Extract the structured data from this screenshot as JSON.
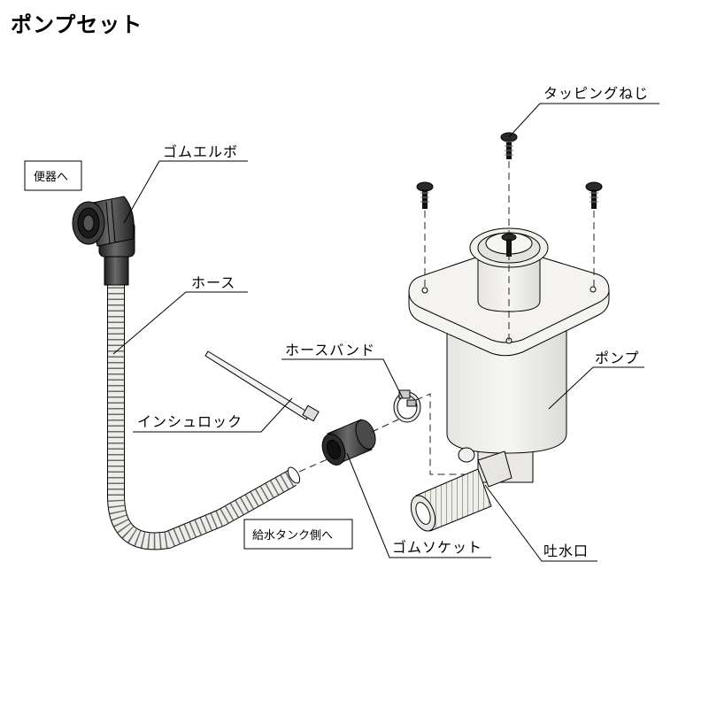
{
  "title": "ポンプセット",
  "labels": {
    "tapping_screw": "タッピングねじ",
    "rubber_elbow": "ゴムエルボ",
    "hose": "ホース",
    "hose_band": "ホースバンド",
    "pump": "ポンプ",
    "insulock": "インシュロック",
    "rubber_socket": "ゴムソケット",
    "outlet": "吐水口"
  },
  "boxes": {
    "to_toilet": "便器へ",
    "to_water_tank": "給水タンク側へ"
  },
  "colors": {
    "pump_body": "#f0efec",
    "rubber": "#3a3a3a",
    "hose": "#eeede9",
    "outline": "#000000"
  }
}
